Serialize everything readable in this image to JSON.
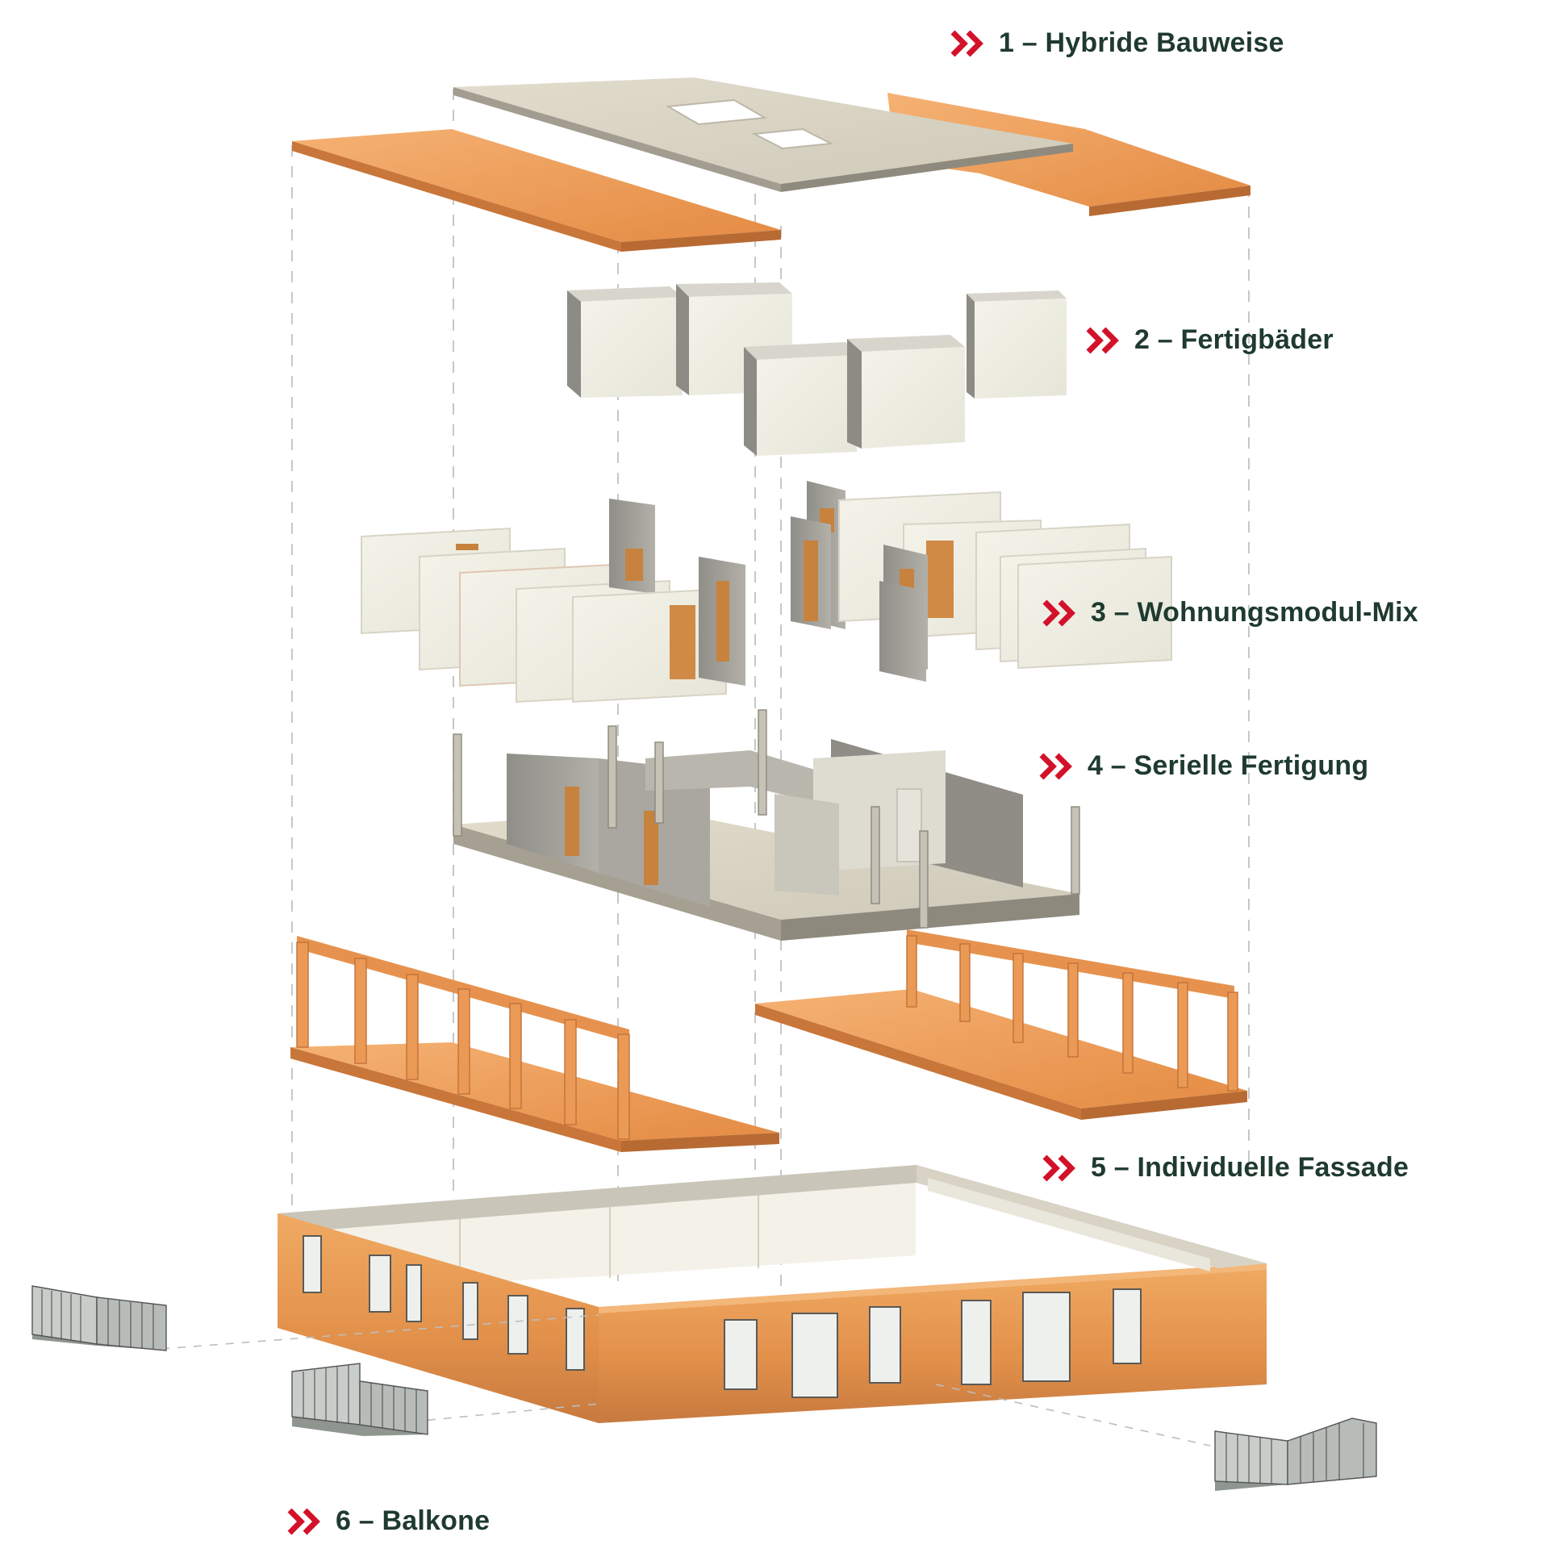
{
  "labels": [
    {
      "id": "hybride-bauweise",
      "text": "1 – Hybride Bauweise"
    },
    {
      "id": "fertigbaeder",
      "text": "2 – Fertigbäder"
    },
    {
      "id": "wohnungsmodul-mix",
      "text": "3 – Wohnungsmodul-Mix"
    },
    {
      "id": "serielle-fertigung",
      "text": "4 – Serielle Fertigung"
    },
    {
      "id": "individuelle-fassade",
      "text": "5 – Individuelle Fassade"
    },
    {
      "id": "balkone",
      "text": "6 – Balkone"
    }
  ],
  "colors": {
    "label_text": "#1f3a2e",
    "chevron": "#d3112a",
    "wood": "#f0a45e",
    "wood_dark": "#c9763a",
    "concrete": "#d9d3c4",
    "concrete_dark": "#9a9890",
    "panel": "#efeee2",
    "facade": "#e59a55"
  },
  "icons": {
    "bullet": "double-chevron-right-icon"
  }
}
